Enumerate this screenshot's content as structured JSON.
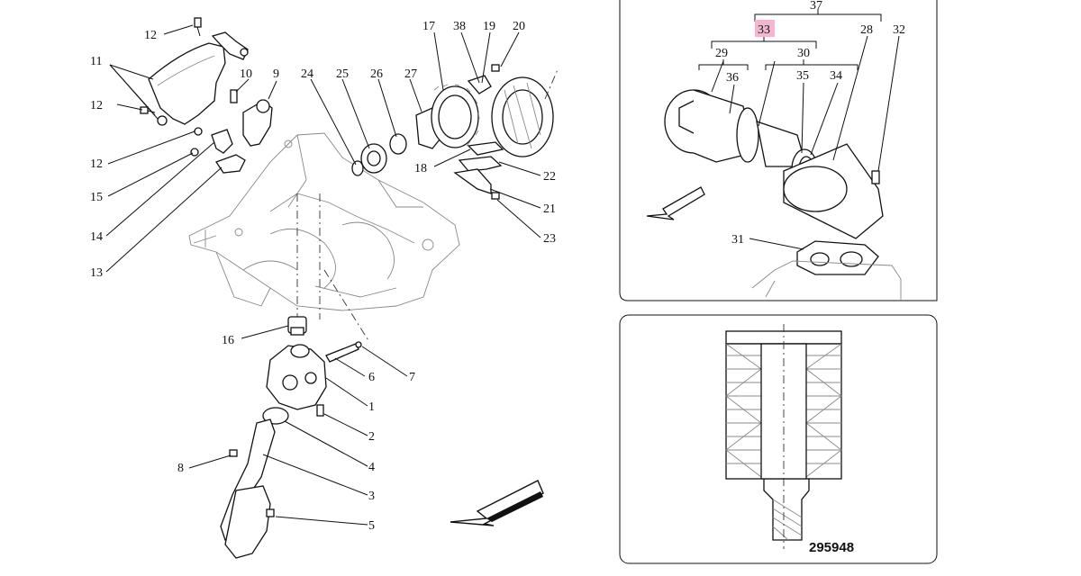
{
  "diagram": {
    "reference_number": "295948",
    "highlighted_callout": "33",
    "highlight_color": "#f4b6cf"
  },
  "callouts": {
    "c1": "1",
    "c2": "2",
    "c3": "3",
    "c4": "4",
    "c5": "5",
    "c6": "6",
    "c7": "7",
    "c8": "8",
    "c9": "9",
    "c10": "10",
    "c11": "11",
    "c12a": "12",
    "c12b": "12",
    "c12c": "12",
    "c13": "13",
    "c14": "14",
    "c15": "15",
    "c16": "16",
    "c17": "17",
    "c18": "18",
    "c19": "19",
    "c20": "20",
    "c21": "21",
    "c22": "22",
    "c23": "23",
    "c24": "24",
    "c25": "25",
    "c26": "26",
    "c27": "27",
    "c28": "28",
    "c29": "29",
    "c30": "30",
    "c31": "31",
    "c32": "32",
    "c33": "33",
    "c34": "34",
    "c35": "35",
    "c36": "36",
    "c37": "37",
    "c38": "38"
  },
  "icons": {
    "main_arrow": "direction-arrow-icon",
    "inset_arrow": "direction-arrow-icon"
  }
}
